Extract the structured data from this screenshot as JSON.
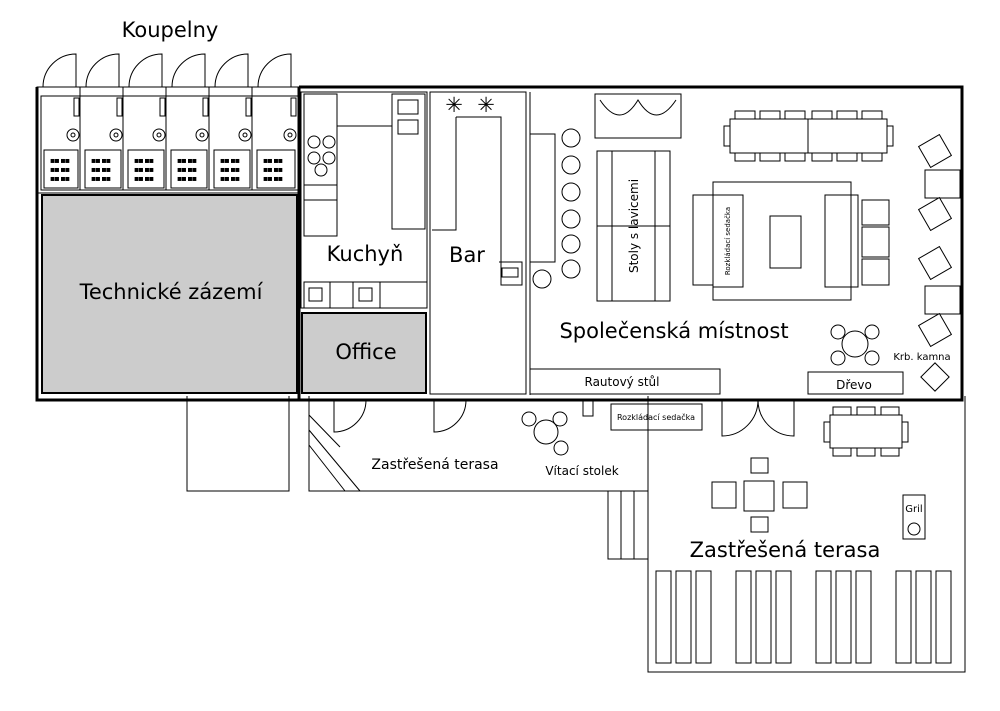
{
  "labels": {
    "koupelny": "Koupelny",
    "technicke_zazemi": "Technické zázemí",
    "kuchyn": "Kuchyň",
    "office": "Office",
    "bar": "Bar",
    "stoly_s_lavicemi": "Stoly s lavicemi",
    "rozkladaci_sedacka_inner": "Rozkládací sedačka",
    "spolecenska_mistnost": "Společenská místnost",
    "krb_kamna": "Krb. kamna",
    "rautovy_stul": "Rautový stůl",
    "drevo": "Dřevo",
    "rozkladaci_sedacka_terrace": "Rozkládací sedačka",
    "zastresena_terasa_small": "Zastřešená terasa",
    "vitaci_stolek": "Vítací stolek",
    "gril": "Gril",
    "zastresena_terasa_big": "Zastřešená terasa"
  }
}
